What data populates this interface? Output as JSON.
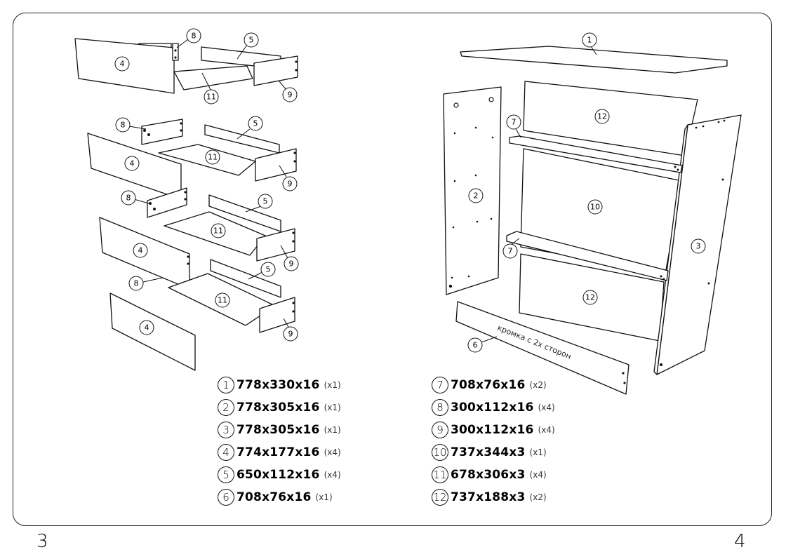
{
  "page_numbers": {
    "left": "3",
    "right": "4"
  },
  "edge_note": "кромка с 2х сторон",
  "diagram_labels": [
    "1",
    "2",
    "3",
    "4",
    "5",
    "6",
    "7",
    "8",
    "9",
    "10",
    "11",
    "12"
  ],
  "parts": [
    {
      "num": "1",
      "dims": "778x330x16",
      "qty": "(x1)"
    },
    {
      "num": "2",
      "dims": "778x305x16",
      "qty": "(x1)"
    },
    {
      "num": "3",
      "dims": "778x305x16",
      "qty": "(x1)"
    },
    {
      "num": "4",
      "dims": "774x177x16",
      "qty": "(x4)"
    },
    {
      "num": "5",
      "dims": "650x112x16",
      "qty": "(x4)"
    },
    {
      "num": "6",
      "dims": "708x76x16",
      "qty": "(x1)"
    },
    {
      "num": "7",
      "dims": "708x76x16",
      "qty": "(x2)"
    },
    {
      "num": "8",
      "dims": "300x112x16",
      "qty": "(x4)"
    },
    {
      "num": "9",
      "dims": "300x112x16",
      "qty": "(x4)"
    },
    {
      "num": "10",
      "dims": "737x344x3",
      "qty": "(x1)"
    },
    {
      "num": "11",
      "dims": "678x306x3",
      "qty": "(x4)"
    },
    {
      "num": "12",
      "dims": "737x188x3",
      "qty": "(x2)"
    }
  ]
}
